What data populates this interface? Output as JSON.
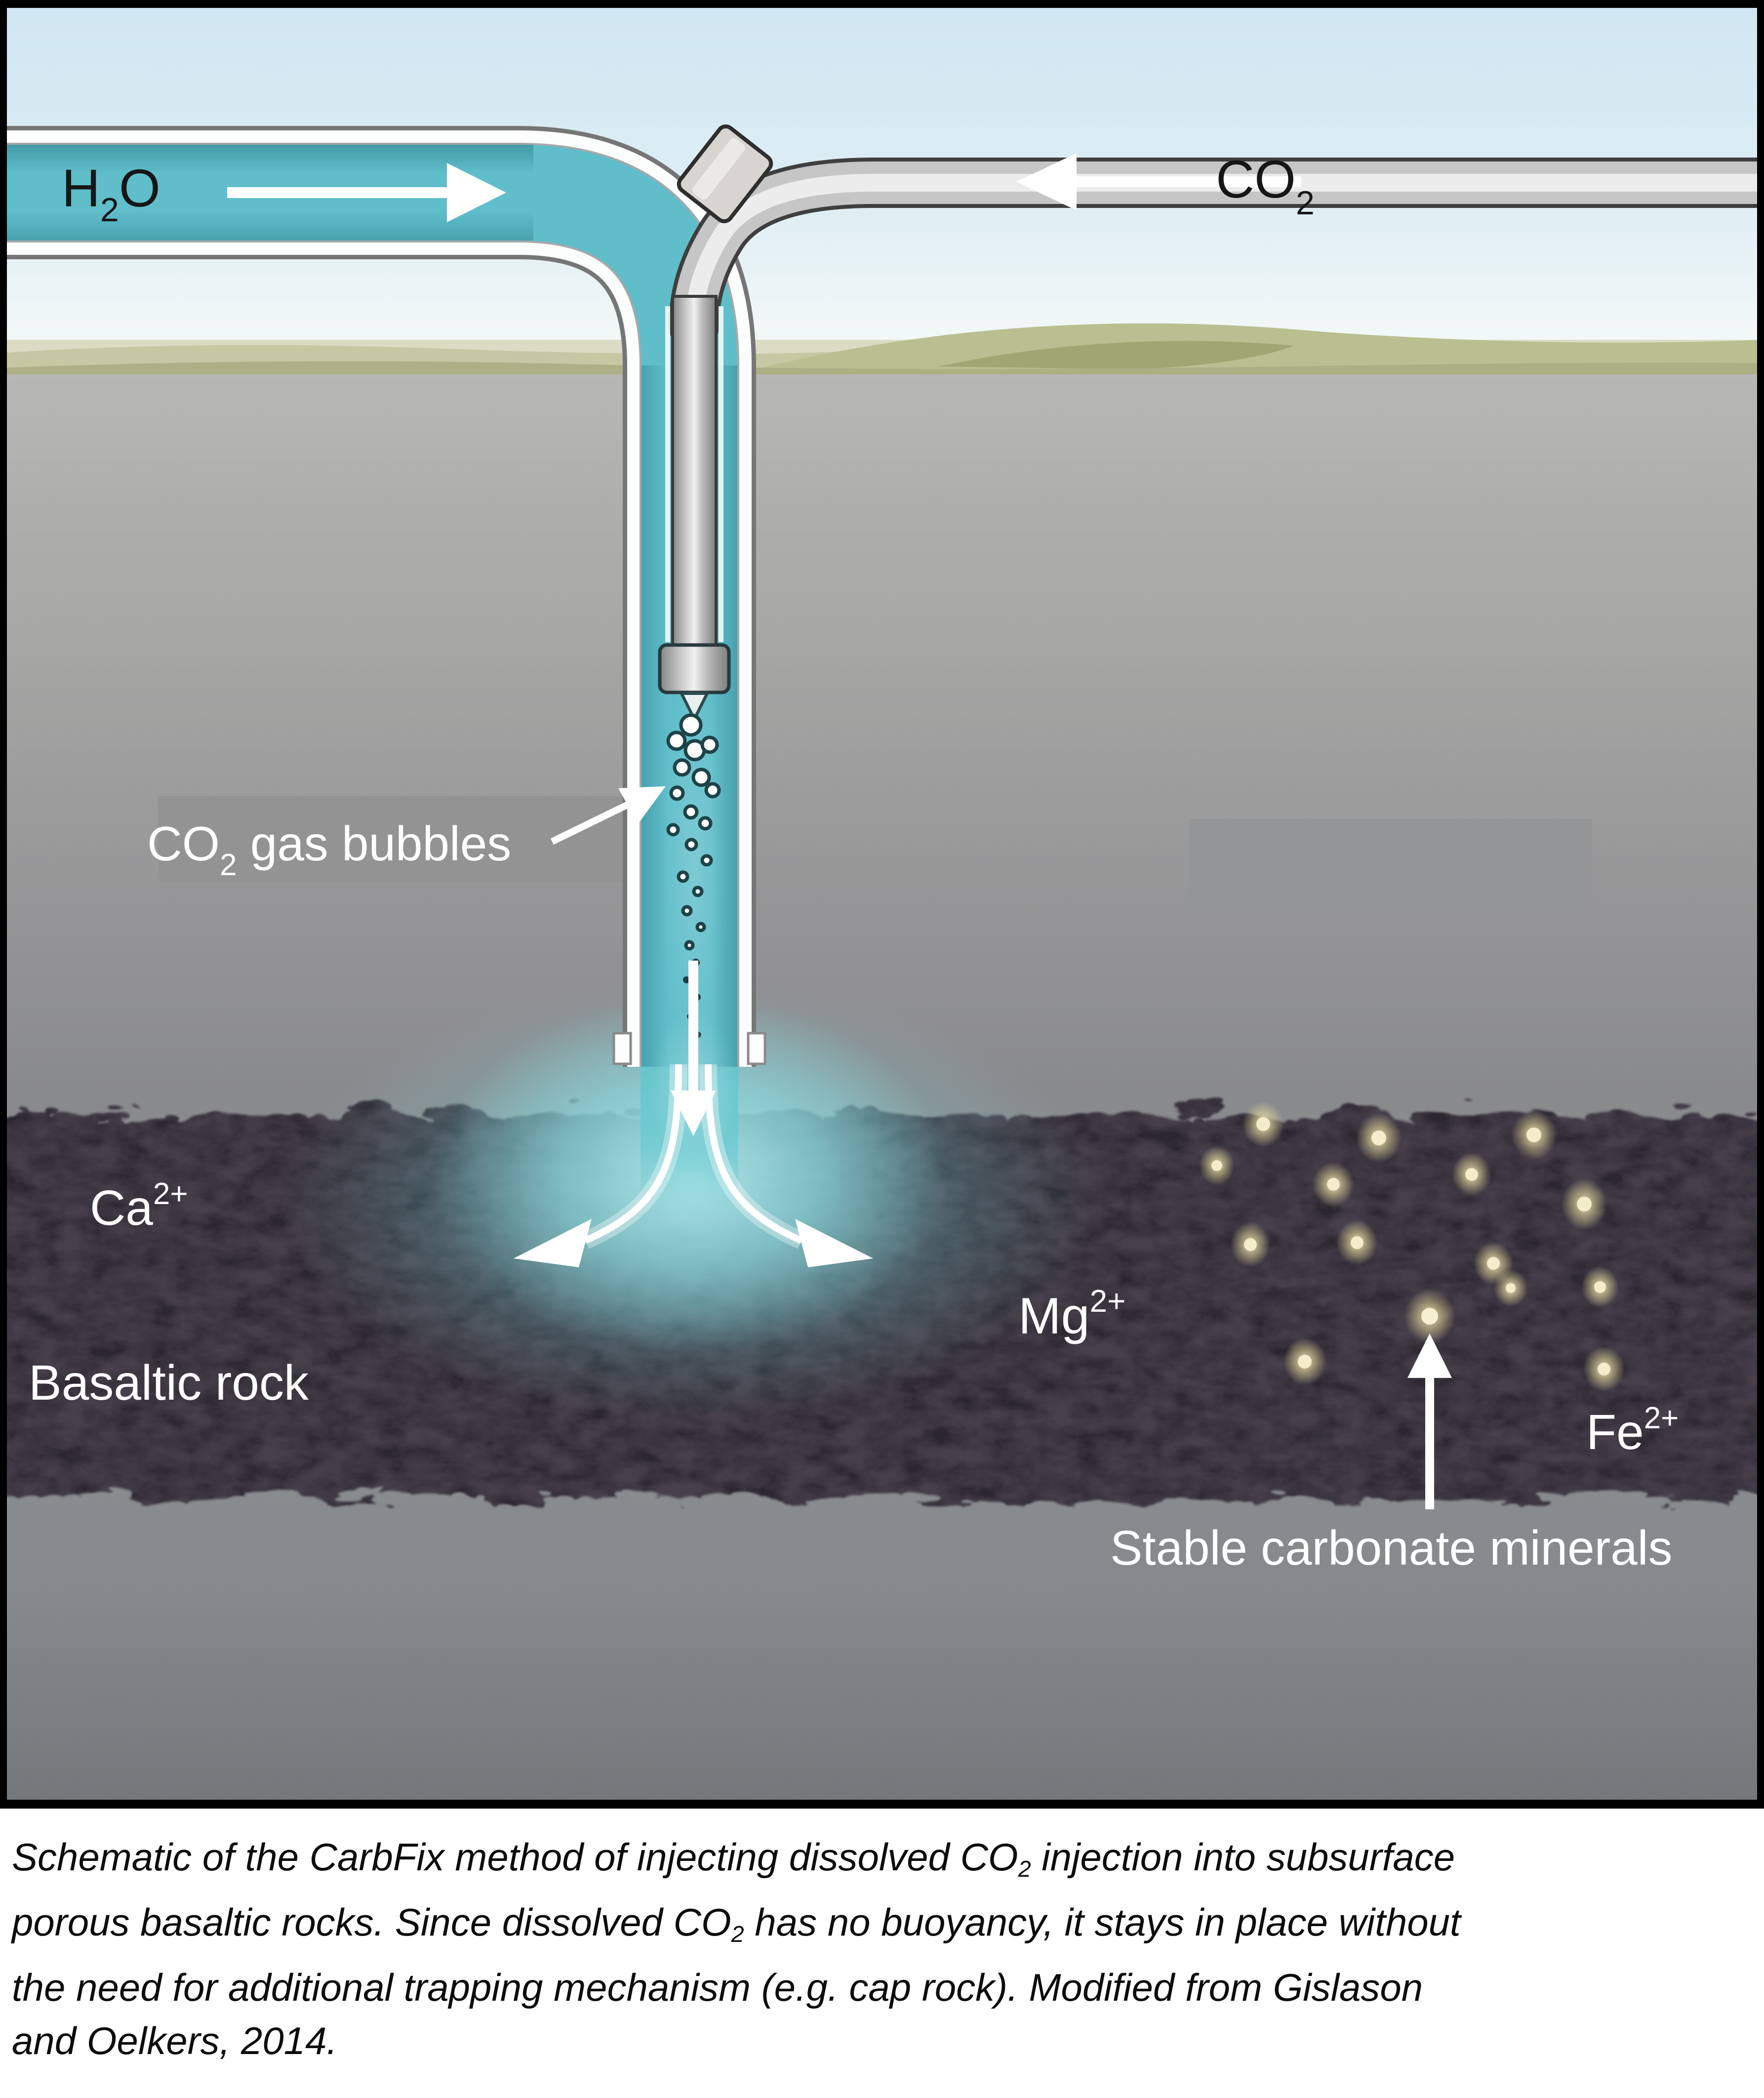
{
  "figure": {
    "water_label": {
      "pre": "H",
      "sub": "2",
      "post": "O"
    },
    "co2_label": {
      "pre": "CO",
      "sub": "2",
      "post": ""
    },
    "bubbles_label": {
      "pre": "CO",
      "sub": "2",
      "post": " gas bubbles"
    },
    "ion_labels": {
      "ca": {
        "base": "Ca",
        "sup": "2+"
      },
      "mg": {
        "base": "Mg",
        "sup": "2+"
      },
      "fe": {
        "base": "Fe",
        "sup": "2+"
      }
    },
    "rock_label": "Basaltic rock",
    "minerals_label": "Stable carbonate minerals",
    "colors": {
      "sky": "#d3e8f3",
      "water_cyan": "#5fbeca",
      "pipe_gray": "#c6c6c6",
      "casing_white": "#fcfdfd",
      "ground_gray": "#9a9a98",
      "basalt_dark": "#46414b",
      "plume_teal": "#7fd2d8",
      "mineral_yellow": "#f4ecca",
      "label_white": "#ffffff",
      "label_black": "#161616"
    }
  },
  "caption": {
    "lines": [
      [
        {
          "t": "Schematic of the CarbFix method of injecting dissolved CO"
        },
        {
          "t": "2",
          "sub": true
        },
        {
          "t": " injection into subsurface"
        }
      ],
      [
        {
          "t": "porous basaltic rocks. Since dissolved CO"
        },
        {
          "t": "2",
          "sub": true
        },
        {
          "t": " has no buoyancy, it stays in place without"
        }
      ],
      [
        {
          "t": "the need for additional trapping mechanism (e.g. cap rock). Modified from Gislason"
        }
      ],
      [
        {
          "t": "and Oelkers, 2014."
        }
      ]
    ]
  }
}
